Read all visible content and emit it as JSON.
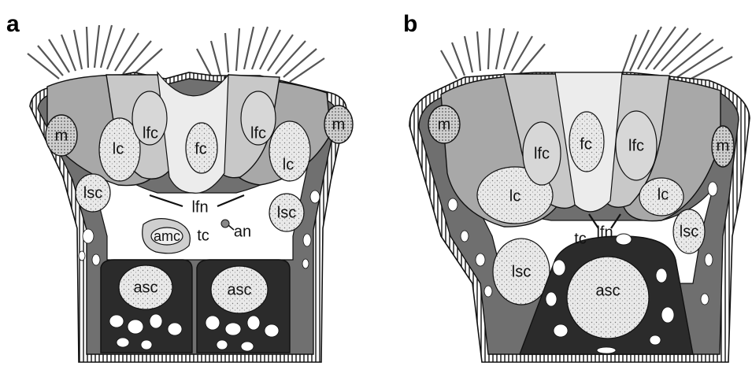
{
  "figure": {
    "panels": [
      {
        "letter": "a",
        "labels": {
          "m_left": "m",
          "m_right": "m",
          "lc_left": "lc",
          "lc_right": "lc",
          "lfc_left": "lfc",
          "lfc_right": "lfc",
          "fc": "fc",
          "lsc_left": "lsc",
          "lsc_right": "lsc",
          "lfn": "lfn",
          "amc": "amc",
          "tc": "tc",
          "an": "an",
          "asc_left": "asc",
          "asc_right": "asc"
        }
      },
      {
        "letter": "b",
        "labels": {
          "m_left": "m",
          "m_right": "m",
          "lc_left": "lc",
          "lc_right": "lc",
          "lfc_left": "lfc",
          "lfc_right": "lfc",
          "fc": "fc",
          "lfn": "lfn",
          "tc": "tc",
          "lsc_left": "lsc",
          "lsc_right": "lsc",
          "asc": "asc"
        }
      }
    ],
    "colors": {
      "background": "#ffffff",
      "outline": "#111111",
      "dark_tissue": "#2b2b2b",
      "mid_tissue": "#6f6f6f",
      "light_tissue": "#b9b9b9",
      "pale_cell": "#e6e6e6",
      "lumen": "#ffffff"
    }
  }
}
